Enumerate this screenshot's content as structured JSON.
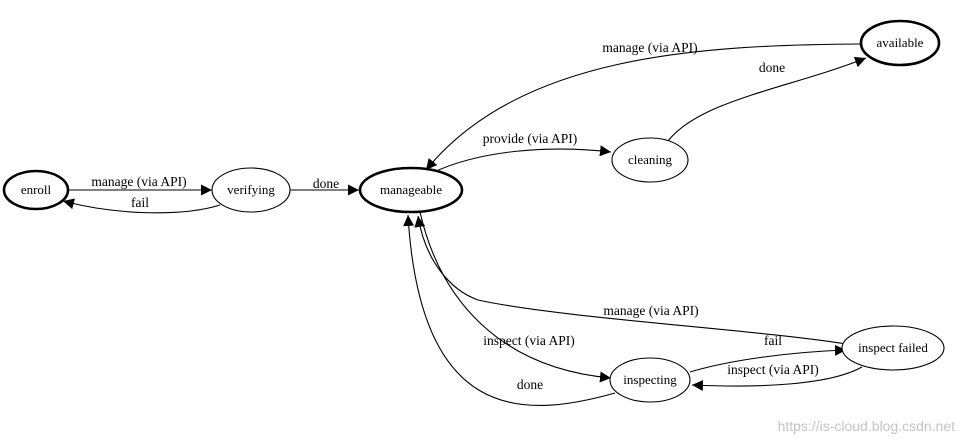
{
  "nodes": {
    "enroll": "enroll",
    "verifying": "verifying",
    "manageable": "manageable",
    "cleaning": "cleaning",
    "available": "available",
    "inspecting": "inspecting",
    "inspect_failed": "inspect failed"
  },
  "edges": {
    "enroll_to_verifying": "manage (via API)",
    "verifying_to_enroll": "fail",
    "verifying_to_manageable": "done",
    "manageable_to_cleaning": "provide (via API)",
    "cleaning_to_available": "done",
    "available_to_manageable": "manage (via API)",
    "manageable_to_inspecting": "inspect (via API)",
    "inspecting_to_manageable": "done",
    "inspecting_to_inspect_failed": "fail",
    "inspect_failed_to_inspecting": "inspect (via API)",
    "inspect_failed_to_manageable": "manage (via API)"
  },
  "watermark": "https://is-cloud.blog.csdn.net"
}
